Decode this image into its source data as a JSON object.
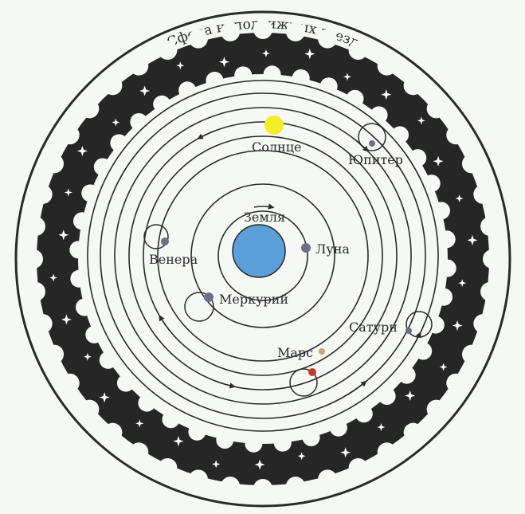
{
  "diagram": {
    "title": "Сфера неподвижных звезд",
    "colors": {
      "paper": "#f6f8f6",
      "ink": "#2a2a2a",
      "star_band": "#262626",
      "earth": "#5a9fd8",
      "sun": "#f2ee2a",
      "planet": "#6d6f86",
      "mars": "#c23a2a",
      "small_body": "#c9a27a"
    },
    "bodies": {
      "earth": {
        "label": "Земля"
      },
      "moon": {
        "label": "Луна"
      },
      "mercury": {
        "label": "Меркурий"
      },
      "venus": {
        "label": "Венера"
      },
      "sun": {
        "label": "Солнце"
      },
      "mars": {
        "label": "Марс"
      },
      "jupiter": {
        "label": "Юпитер"
      },
      "saturn": {
        "label": "Сатурн"
      }
    }
  }
}
